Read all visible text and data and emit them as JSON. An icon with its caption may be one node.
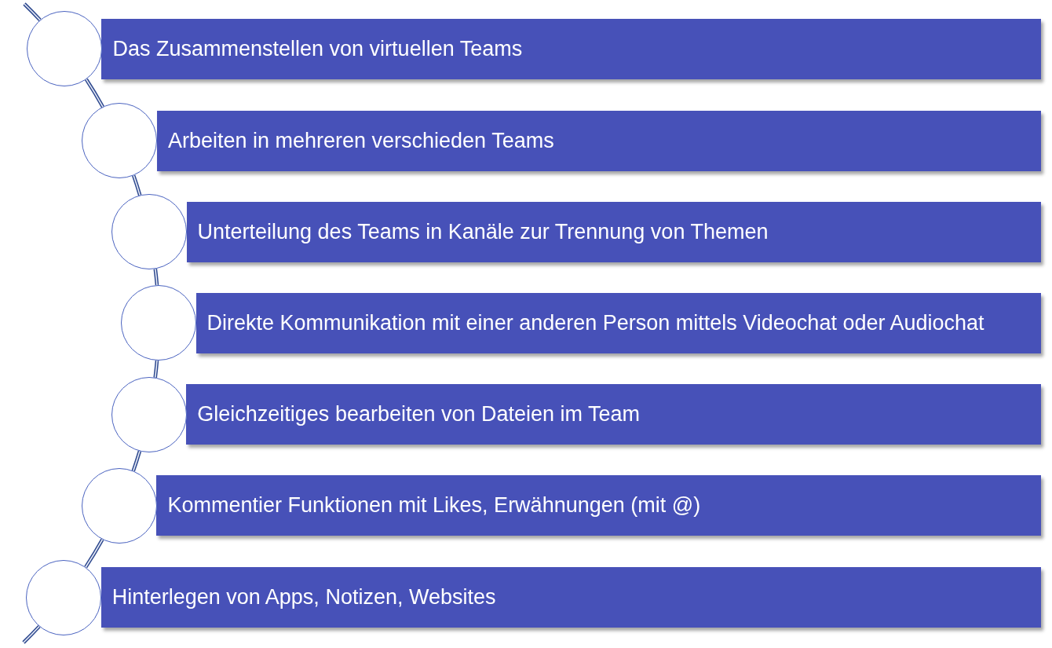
{
  "diagram": {
    "nodes": [
      {
        "text": [],
        "shape": "circle"
      },
      {
        "text": [
          "Das Zusammenstellen von virtuellen Teams"
        ]
      },
      {
        "text": [],
        "shape": "circle"
      },
      {
        "text": [
          "Arbeiten in mehreren verschieden Teams"
        ]
      },
      {
        "text": [],
        "shape": "circle"
      },
      {
        "text": [
          "Unterteilung des Teams in Kanäle zur Trennung von Themen"
        ]
      },
      {
        "text": [],
        "shape": "circle"
      },
      {
        "text": [
          "Direkte Kommunikation mit einer anderen Person mittels Videochat oder Audiochat"
        ]
      },
      {
        "text": [],
        "shape": "circle"
      },
      {
        "text": [
          "Gleichzeitiges bearbeiten von Dateien im Team"
        ]
      },
      {
        "text": [],
        "shape": "circle"
      },
      {
        "text": [
          "Kommentier Funktionen mit Likes, Erwähnungen (mit @)"
        ]
      },
      {
        "text": [],
        "shape": "circle"
      },
      {
        "text": [
          "Hinterlegen von Apps, Notizen, Websites"
        ]
      }
    ],
    "edges": [
      {
        "from": null,
        "to": 0,
        "arrow": "none"
      },
      {
        "from": 0,
        "to": 2,
        "arrow": "none"
      },
      {
        "from": 2,
        "to": 4,
        "arrow": "none"
      },
      {
        "from": 4,
        "to": 6,
        "arrow": "none"
      },
      {
        "from": 6,
        "to": 8,
        "arrow": "none"
      },
      {
        "from": 8,
        "to": 10,
        "arrow": "none"
      },
      {
        "from": 10,
        "to": 12,
        "arrow": "none"
      },
      {
        "from": 12,
        "to": null,
        "arrow": "none"
      }
    ]
  }
}
